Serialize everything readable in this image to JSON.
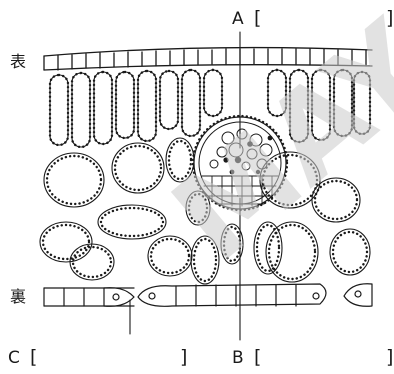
{
  "diagram": {
    "side_labels": {
      "upper": "表",
      "lower": "裏"
    },
    "callouts": [
      {
        "id": "A",
        "letter": "A",
        "open_bracket": "[",
        "close_bracket": "]"
      },
      {
        "id": "B",
        "letter": "B",
        "open_bracket": "[",
        "close_bracket": "]"
      },
      {
        "id": "C",
        "letter": "C",
        "open_bracket": "[",
        "close_bracket": "]"
      }
    ],
    "watermark": "MAY",
    "colors": {
      "line": "#1a1a1a",
      "background": "#ffffff",
      "watermark": "#cccccc"
    }
  }
}
